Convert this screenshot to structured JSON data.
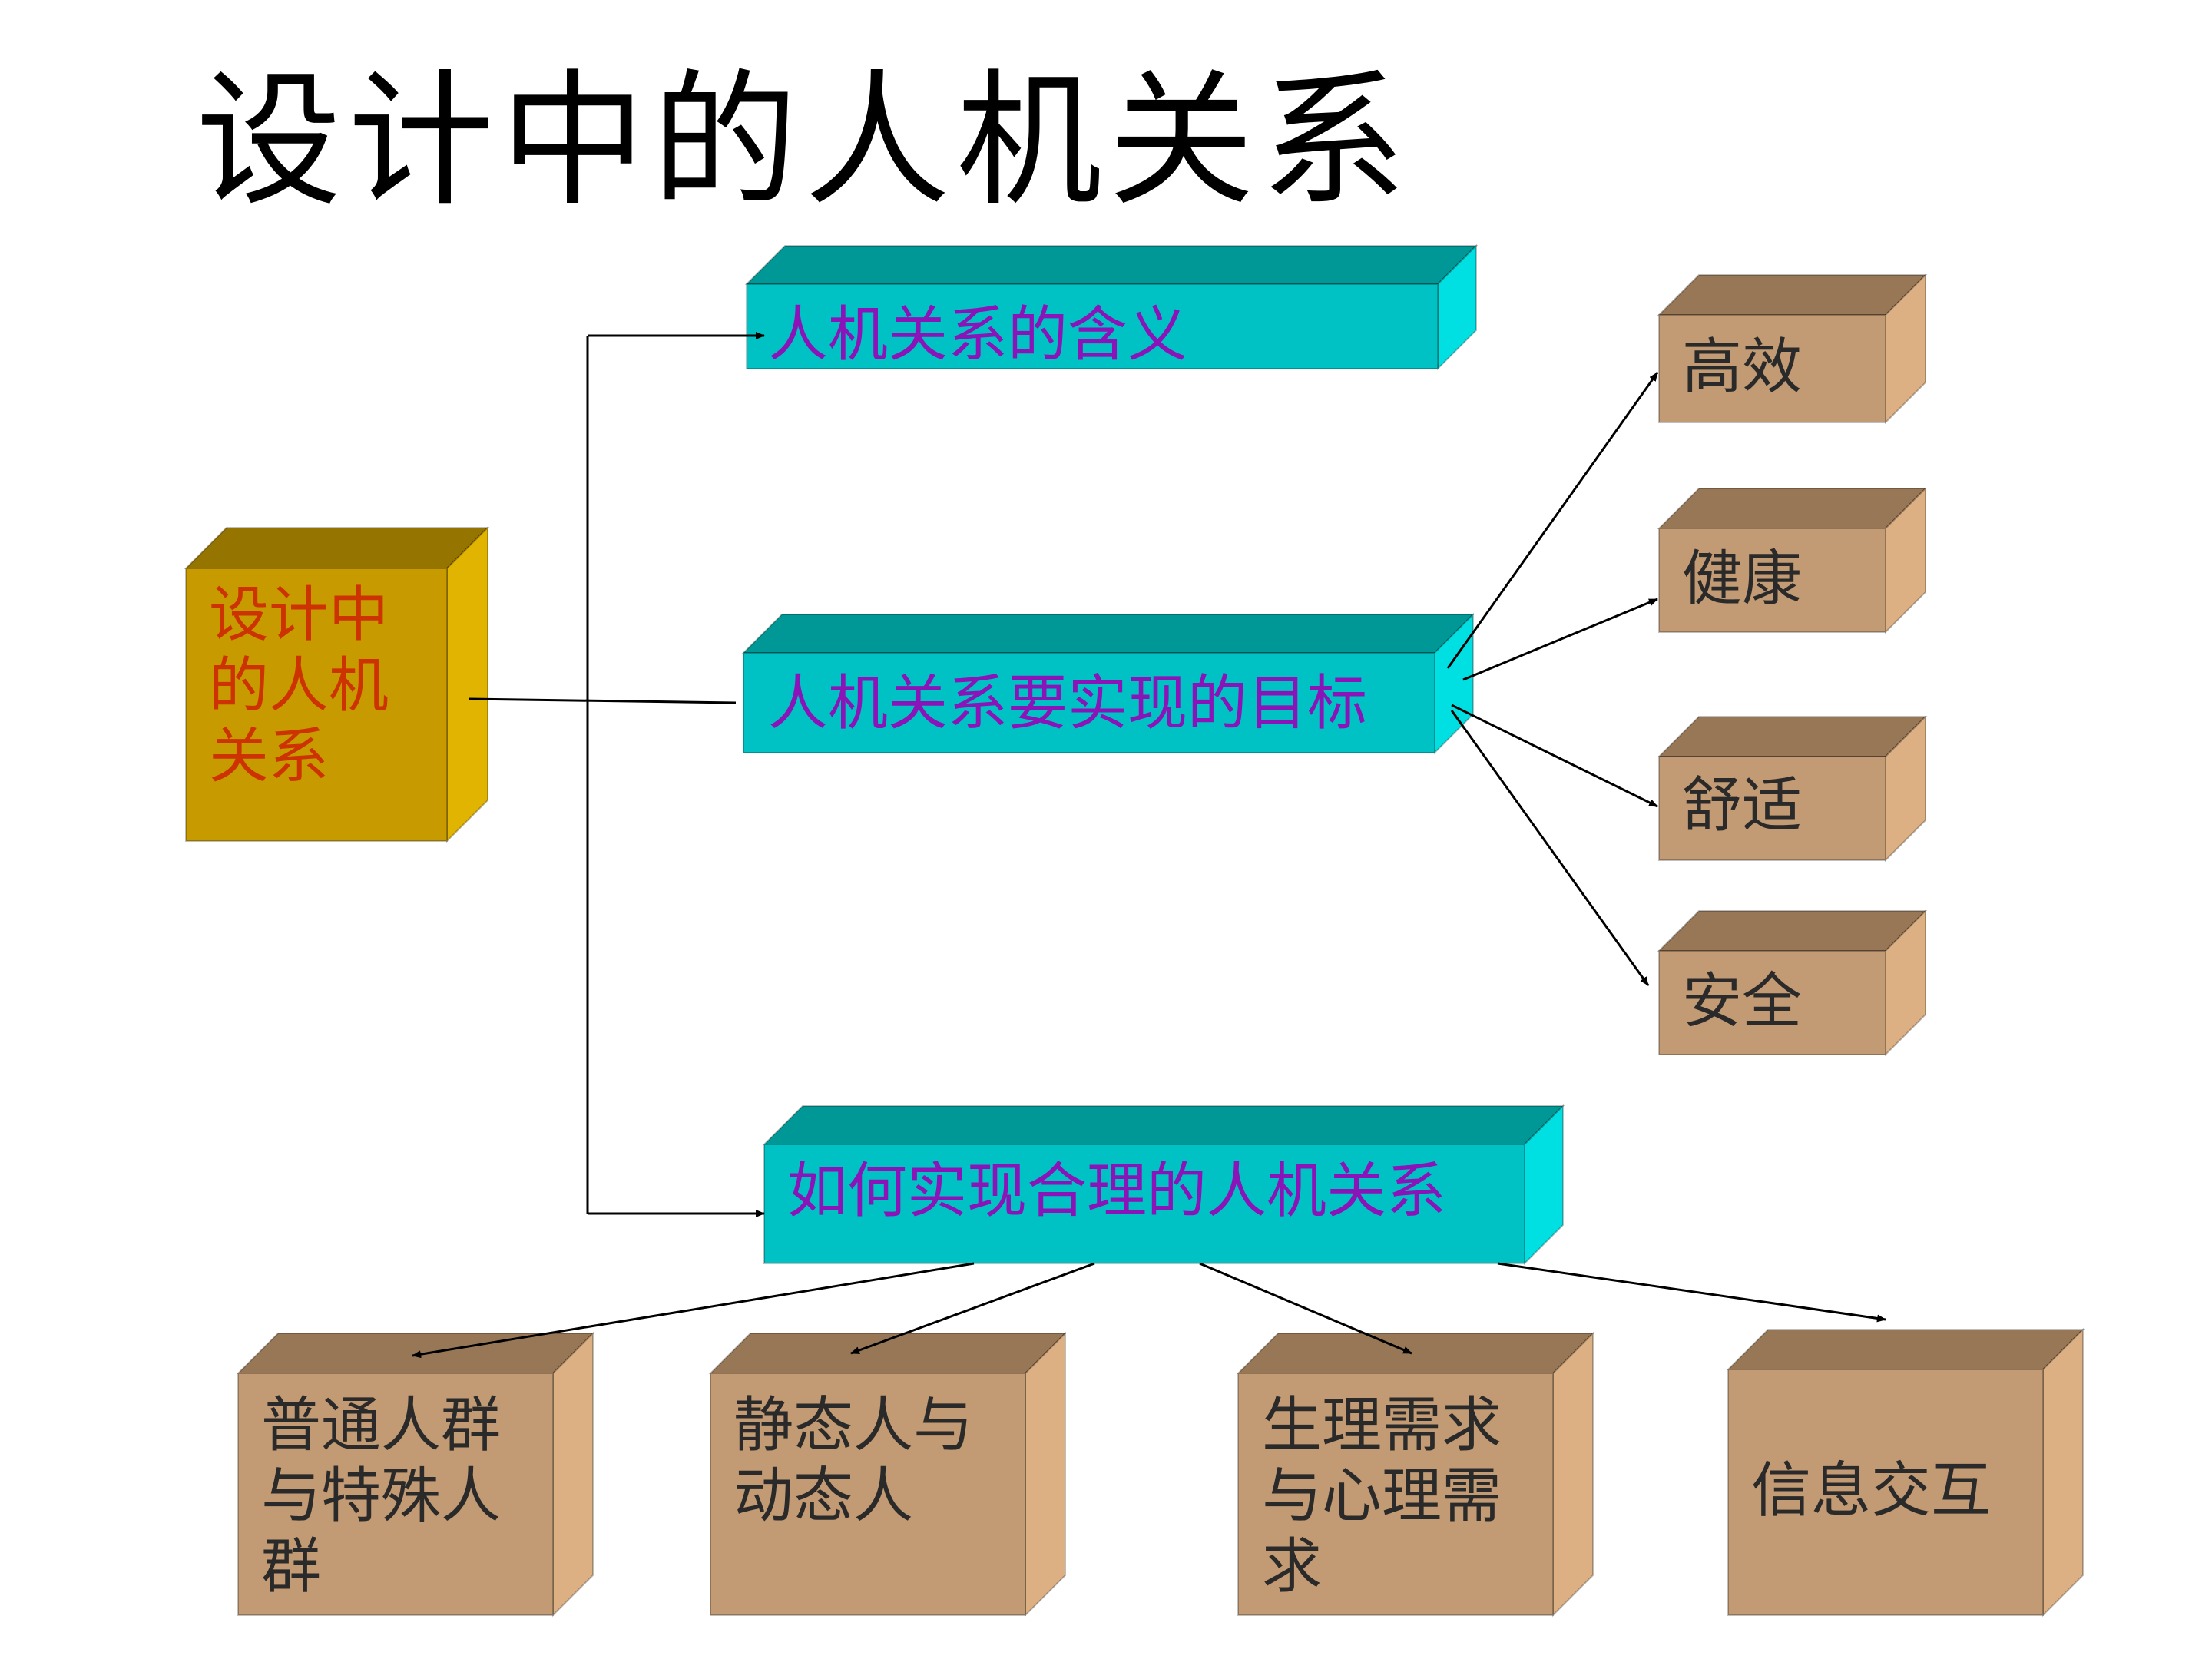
{
  "title": "设计中的人机关系",
  "colors": {
    "teal_front": "#00c2c4",
    "teal_top": "#009896",
    "teal_side": "#00e0e2",
    "gold_front": "#c79a00",
    "gold_top": "#957400",
    "gold_side": "#e0b400",
    "brown_front": "#c29a73",
    "brown_top": "#987756",
    "brown_side": "#dcb083",
    "root_text": "#cc3300",
    "teal_text": "#8a14b8",
    "brown_text": "#2a2a2a"
  },
  "root": {
    "label": "设计中\n的人机\n关系"
  },
  "sections": [
    {
      "label": "人机关系的含义"
    },
    {
      "label": "人机关系要实现的目标"
    },
    {
      "label": "如何实现合理的人机关系"
    }
  ],
  "goals": [
    {
      "label": "高效"
    },
    {
      "label": "健康"
    },
    {
      "label": "舒适"
    },
    {
      "label": "安全"
    }
  ],
  "methods": [
    {
      "label": "普通人群\n与特殊人\n群"
    },
    {
      "label": "静态人与\n动态人"
    },
    {
      "label": "生理需求\n与心理需\n求"
    },
    {
      "label": "信息交互"
    }
  ]
}
